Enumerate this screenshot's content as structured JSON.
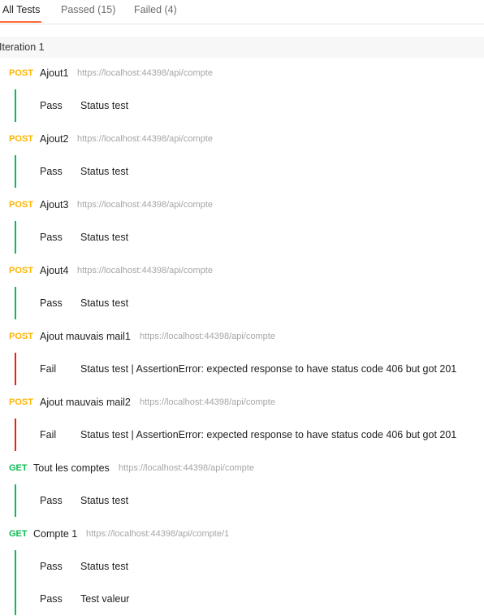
{
  "tabs": [
    {
      "label": "All Tests",
      "active": true
    },
    {
      "label": "Passed (15)",
      "active": false
    },
    {
      "label": "Failed (4)",
      "active": false
    }
  ],
  "iteration_label": "Iteration 1",
  "colors": {
    "post": "#ffb400",
    "get": "#0cbb52",
    "pass_bar": "#0cbb52",
    "fail_bar": "#eb2013",
    "accent": "#ff6c37"
  },
  "requests": [
    {
      "method": "POST",
      "name": "Ajout1",
      "url": "https://localhost:44398/api/compte",
      "results": [
        {
          "status": "Pass",
          "test": "Status test"
        }
      ]
    },
    {
      "method": "POST",
      "name": "Ajout2",
      "url": "https://localhost:44398/api/compte",
      "results": [
        {
          "status": "Pass",
          "test": "Status test"
        }
      ]
    },
    {
      "method": "POST",
      "name": "Ajout3",
      "url": "https://localhost:44398/api/compte",
      "results": [
        {
          "status": "Pass",
          "test": "Status test"
        }
      ]
    },
    {
      "method": "POST",
      "name": "Ajout4",
      "url": "https://localhost:44398/api/compte",
      "results": [
        {
          "status": "Pass",
          "test": "Status test"
        }
      ]
    },
    {
      "method": "POST",
      "name": "Ajout mauvais mail1",
      "url": "https://localhost:44398/api/compte",
      "results": [
        {
          "status": "Fail",
          "test": "Status test | AssertionError: expected response to have status code 406 but got 201"
        }
      ]
    },
    {
      "method": "POST",
      "name": "Ajout mauvais mail2",
      "url": "https://localhost:44398/api/compte",
      "results": [
        {
          "status": "Fail",
          "test": "Status test | AssertionError: expected response to have status code 406 but got 201"
        }
      ]
    },
    {
      "method": "GET",
      "name": "Tout les comptes",
      "url": "https://localhost:44398/api/compte",
      "results": [
        {
          "status": "Pass",
          "test": "Status test"
        }
      ]
    },
    {
      "method": "GET",
      "name": "Compte 1",
      "url": "https://localhost:44398/api/compte/1",
      "results": [
        {
          "status": "Pass",
          "test": "Status test"
        },
        {
          "status": "Pass",
          "test": "Test valeur"
        }
      ]
    }
  ]
}
